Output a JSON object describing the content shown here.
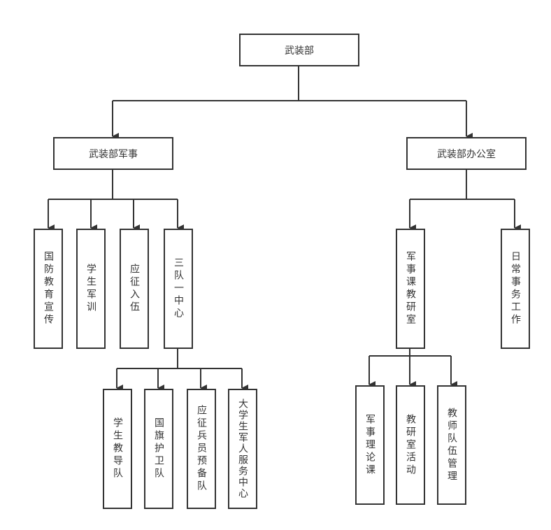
{
  "root": {
    "label": "武装部"
  },
  "branches": [
    {
      "label": "武装部军事",
      "children": [
        {
          "label": "国防教育宣传"
        },
        {
          "label": "学生军训"
        },
        {
          "label": "应征入伍"
        },
        {
          "label": "三队一中心",
          "children": [
            {
              "label": "学生教导队"
            },
            {
              "label": "国旗护卫队"
            },
            {
              "label": "应征兵员预备队"
            },
            {
              "label": "大学生军人服务中心"
            }
          ]
        }
      ]
    },
    {
      "label": "武装部办公室",
      "children": [
        {
          "label": "军事课教研室",
          "children": [
            {
              "label": "军事理论课"
            },
            {
              "label": "教研室活动"
            },
            {
              "label": "教师队伍管理"
            }
          ]
        },
        {
          "label": "日常事务工作"
        }
      ]
    }
  ],
  "colors": {
    "line": "#333333",
    "background": "#ffffff"
  }
}
